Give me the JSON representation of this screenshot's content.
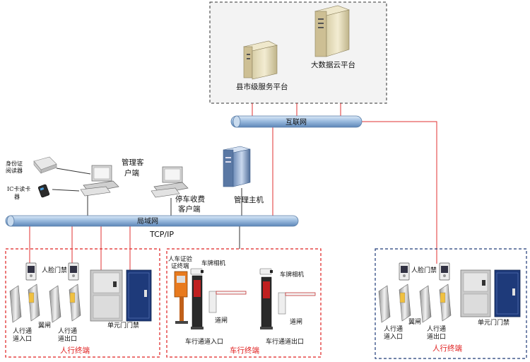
{
  "cloud": {
    "county_platform": "县市级服务平台",
    "bigdata_platform": "大数据云平台"
  },
  "networks": {
    "internet": "互联网",
    "lan": "局域网",
    "protocol": "TCP/IP"
  },
  "management": {
    "id_reader_line1": "身份证",
    "id_reader_line2": "阅读器",
    "ic_reader_line1": "IC卡读卡",
    "ic_reader_line2": "器",
    "client_line1": "管理客",
    "client_line2": "户端",
    "parking_line1": "停车收费",
    "parking_line2": "客户端",
    "host": "管理主机"
  },
  "left_zone": {
    "face_access": "人脸门禁",
    "wing_gate": "翼闸",
    "entrance_line1": "人行通",
    "entrance_line2": "道入口",
    "exit_line1": "人行通",
    "exit_line2": "道出口",
    "unit_door": "单元门门禁",
    "title": "人行终端"
  },
  "vehicle_zone": {
    "verify_line1": "人车证验",
    "verify_line2": "证终端",
    "plate_camera_1": "车牌相机",
    "plate_camera_2": "车牌相机",
    "barrier_1": "道闸",
    "barrier_2": "道闸",
    "entrance": "车行通道入口",
    "exit": "车行通道出口",
    "title": "车行终端"
  },
  "right_zone": {
    "face_access": "人脸门禁",
    "wing_gate": "翼闸",
    "entrance_line1": "人行通",
    "entrance_line2": "道入口",
    "exit_line1": "人行通",
    "exit_line2": "道出口",
    "unit_door": "单元门门禁",
    "title": "人行终端"
  },
  "colors": {
    "red_line": "#e03030",
    "pipe": "#7fa8d4",
    "zone_red": "#e02020",
    "zone_blue": "#1f3b78"
  }
}
